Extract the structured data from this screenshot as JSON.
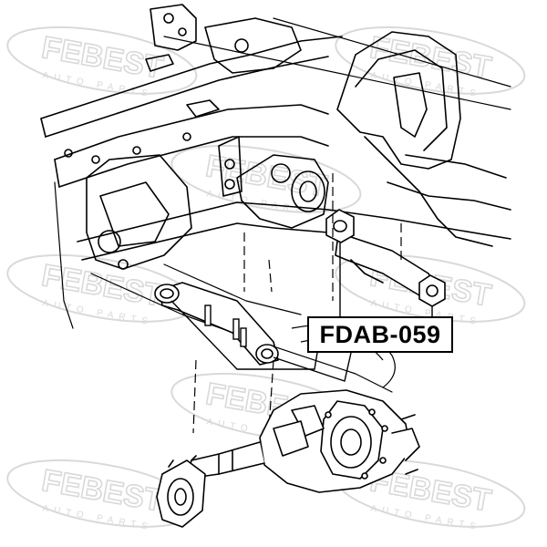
{
  "part_label": "FDAB-059",
  "watermark": {
    "brand": "FEBEST",
    "tagline": "AUTO PARTS"
  },
  "colors": {
    "line": "#000000",
    "watermark": "#d9d9d9",
    "background": "#ffffff"
  }
}
